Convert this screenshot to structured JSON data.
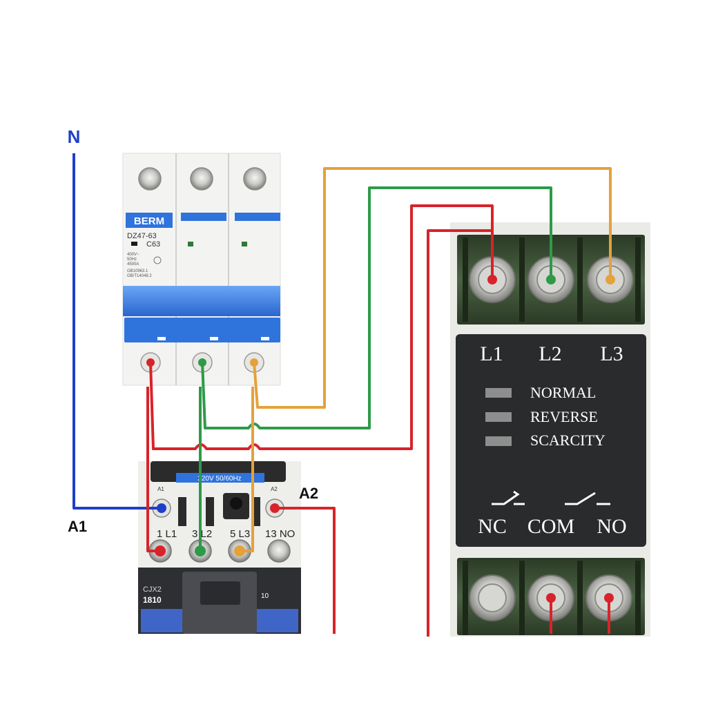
{
  "labels": {
    "neutral": "N",
    "coil_a1": "A1",
    "coil_a2": "A2"
  },
  "breaker": {
    "brand": "BERM",
    "model": "DZ47-63",
    "rating": "C63",
    "spec_lines": [
      "400V~",
      "50Hz",
      "4500A"
    ],
    "standard_lines": [
      "GB10963.1",
      "GB/T14048.2"
    ]
  },
  "contactor": {
    "coil_rating": "220V 50/60Hz",
    "terminal_a1": "A1",
    "terminal_a2": "A2",
    "terminals": [
      "1 L1",
      "3 L2",
      "5 L3",
      "13 NO"
    ],
    "series": "CJX2",
    "model": "1810",
    "aux_marker": "10"
  },
  "relay": {
    "phase_labels": [
      "L1",
      "L2",
      "L3"
    ],
    "indicators": [
      "NORMAL",
      "REVERSE",
      "SCARCITY"
    ],
    "contact_labels": [
      "NC",
      "COM",
      "NO"
    ]
  },
  "colors": {
    "phase_l1_wire": "#d8232a",
    "phase_l2_wire": "#2e9a48",
    "phase_l3_wire": "#e5a13a",
    "neutral_wire": "#1e3fc8",
    "breaker_blue": "#2f73dd",
    "relay_body": "#2a2b2d",
    "terminal_block": "#3d5436"
  }
}
